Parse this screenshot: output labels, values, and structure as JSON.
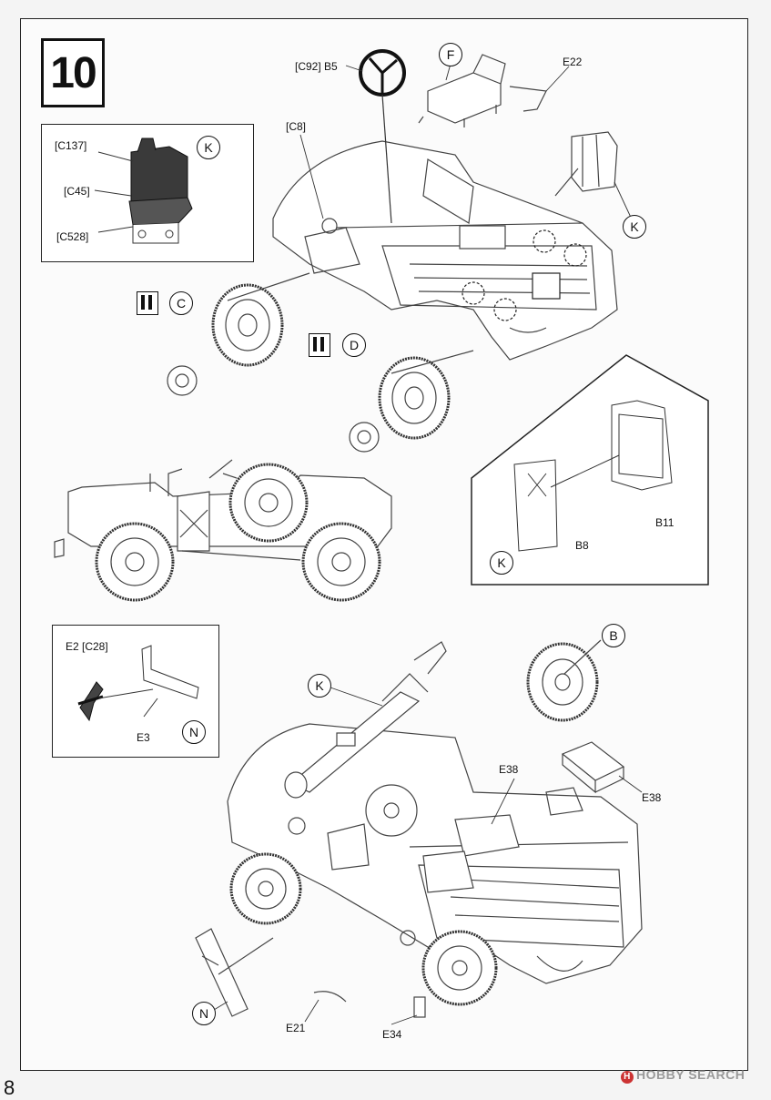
{
  "step": {
    "number": "10"
  },
  "insets": {
    "k_tank": {
      "parts": [
        "[C137]",
        "[C45]",
        "[C528]"
      ],
      "marker": "K"
    },
    "k_bracket": {
      "parts": [
        "B11",
        "B8"
      ],
      "marker": "K"
    },
    "n_bracket": {
      "parts": [
        "E2 [C28]",
        "E3"
      ],
      "marker": "N"
    }
  },
  "upper": {
    "steering": "[C92] B5",
    "seat_marker": "F",
    "seat_part": "E22",
    "hood_part": "[C8]",
    "tank_marker": "K",
    "wheel_c_marker": "C",
    "wheel_d_marker": "D"
  },
  "lower": {
    "k_marker": "K",
    "b_marker": "B",
    "e38_a": "E38",
    "e38_b": "E38",
    "n_marker": "N",
    "e21": "E21",
    "e34": "E34"
  },
  "page": {
    "number": "8"
  },
  "watermark": {
    "brand": "HOBBY SEARCH",
    "icon": "h-logo-icon"
  }
}
